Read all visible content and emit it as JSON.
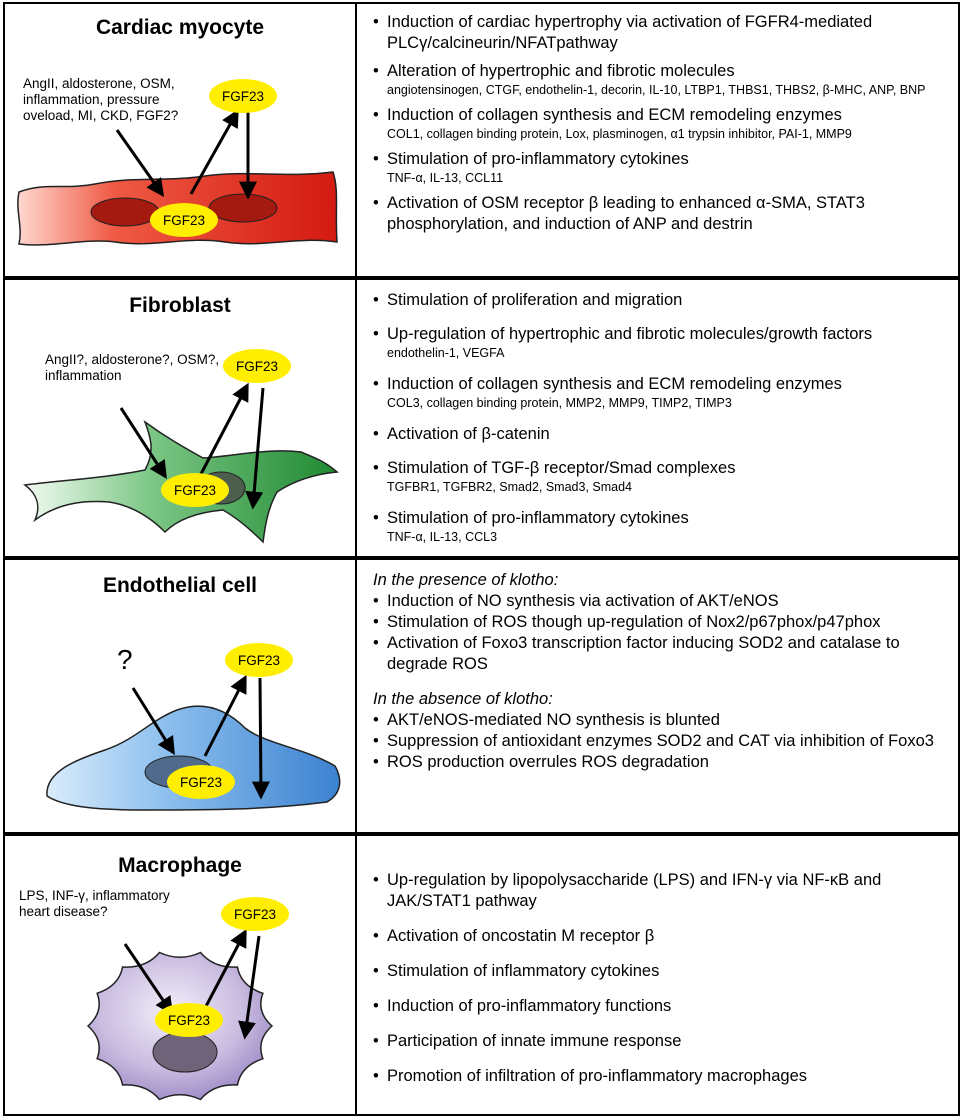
{
  "panels": [
    {
      "cell_type": "Cardiac myocyte",
      "stimuli": "AngII, aldosterone, OSM, inflammation, pressure oveload, MI, CKD, FGF2?",
      "fgf23_label": "FGF23",
      "fgf23_label_cell": "FGF23",
      "items": [
        {
          "title": "Induction of cardiac hypertrophy via activation of FGFR4-mediated PLCγ/calcineurin/NFATpathway",
          "sub": ""
        },
        {
          "title": "Alteration of hypertrophic and fibrotic molecules",
          "sub": "angiotensinogen, CTGF, endothelin-1, decorin, IL-10, LTBP1, THBS1, THBS2, β-MHC, ANP, BNP"
        },
        {
          "title": "Induction of collagen synthesis and ECM remodeling enzymes",
          "sub": "COL1, collagen binding protein, Lox, plasminogen, α1 trypsin inhibitor, PAI-1, MMP9"
        },
        {
          "title": "Stimulation of pro-inflammatory cytokines",
          "sub": "TNF-α, IL-13, CCL11"
        },
        {
          "title": "Activation of OSM receptor β leading to enhanced α-SMA, STAT3 phosphorylation, and induction of ANP and destrin",
          "sub": ""
        }
      ]
    },
    {
      "cell_type": "Fibroblast",
      "stimuli": "AngII?, aldosterone?, OSM?, inflammation",
      "fgf23_label": "FGF23",
      "fgf23_label_cell": "FGF23",
      "items": [
        {
          "title": "Stimulation of proliferation and migration",
          "sub": ""
        },
        {
          "title": "Up-regulation of hypertrophic and fibrotic molecules/growth factors",
          "sub": "endothelin-1, VEGFA"
        },
        {
          "title": "Induction of collagen synthesis and ECM remodeling enzymes",
          "sub": "COL3, collagen binding protein, MMP2, MMP9, TIMP2, TIMP3"
        },
        {
          "title": "Activation of β-catenin",
          "sub": ""
        },
        {
          "title": "Stimulation of TGF-β receptor/Smad complexes",
          "sub": "TGFBR1, TGFBR2, Smad2, Smad3, Smad4"
        },
        {
          "title": "Stimulation of pro-inflammatory cytokines",
          "sub": "TNF-α, IL-13, CCL3"
        }
      ]
    },
    {
      "cell_type": "Endothelial cell",
      "stimuli": "?",
      "fgf23_label": "FGF23",
      "fgf23_label_cell": "FGF23",
      "sections": [
        {
          "heading": "In the presence of klotho:",
          "items": [
            "Induction of NO synthesis via activation of AKT/eNOS",
            "Stimulation of ROS though up-regulation of Nox2/p67phox/p47phox",
            "Activation of Foxo3 transcription factor inducing SOD2 and catalase to degrade ROS"
          ]
        },
        {
          "heading": "In the absence of klotho:",
          "items": [
            "AKT/eNOS-mediated NO synthesis is blunted",
            "Suppression of antioxidant enzymes SOD2 and CAT via inhibition of Foxo3",
            "ROS production overrules ROS degradation"
          ]
        }
      ]
    },
    {
      "cell_type": "Macrophage",
      "stimuli": "LPS, INF-γ, inflammatory heart disease?",
      "fgf23_label": "FGF23",
      "fgf23_label_cell": "FGF23",
      "items": [
        {
          "title": "Up-regulation by lipopolysaccharide (LPS) and IFN-γ via NF-κB and JAK/STAT1 pathway",
          "sub": ""
        },
        {
          "title": "Activation of oncostatin M receptor β",
          "sub": ""
        },
        {
          "title": "Stimulation of inflammatory cytokines",
          "sub": ""
        },
        {
          "title": "Induction of pro-inflammatory functions",
          "sub": ""
        },
        {
          "title": "Participation of innate immune response",
          "sub": ""
        },
        {
          "title": "Promotion of infiltration of pro-inflammatory macrophages",
          "sub": ""
        }
      ]
    }
  ],
  "colors": {
    "fgf23_fill": "#ffee00",
    "cardiac_fill": "#e8261a",
    "fibroblast_fill": "#2f9a3e",
    "endothelial_fill": "#4a90d9",
    "macrophage_fill": "#b9a8d6"
  }
}
